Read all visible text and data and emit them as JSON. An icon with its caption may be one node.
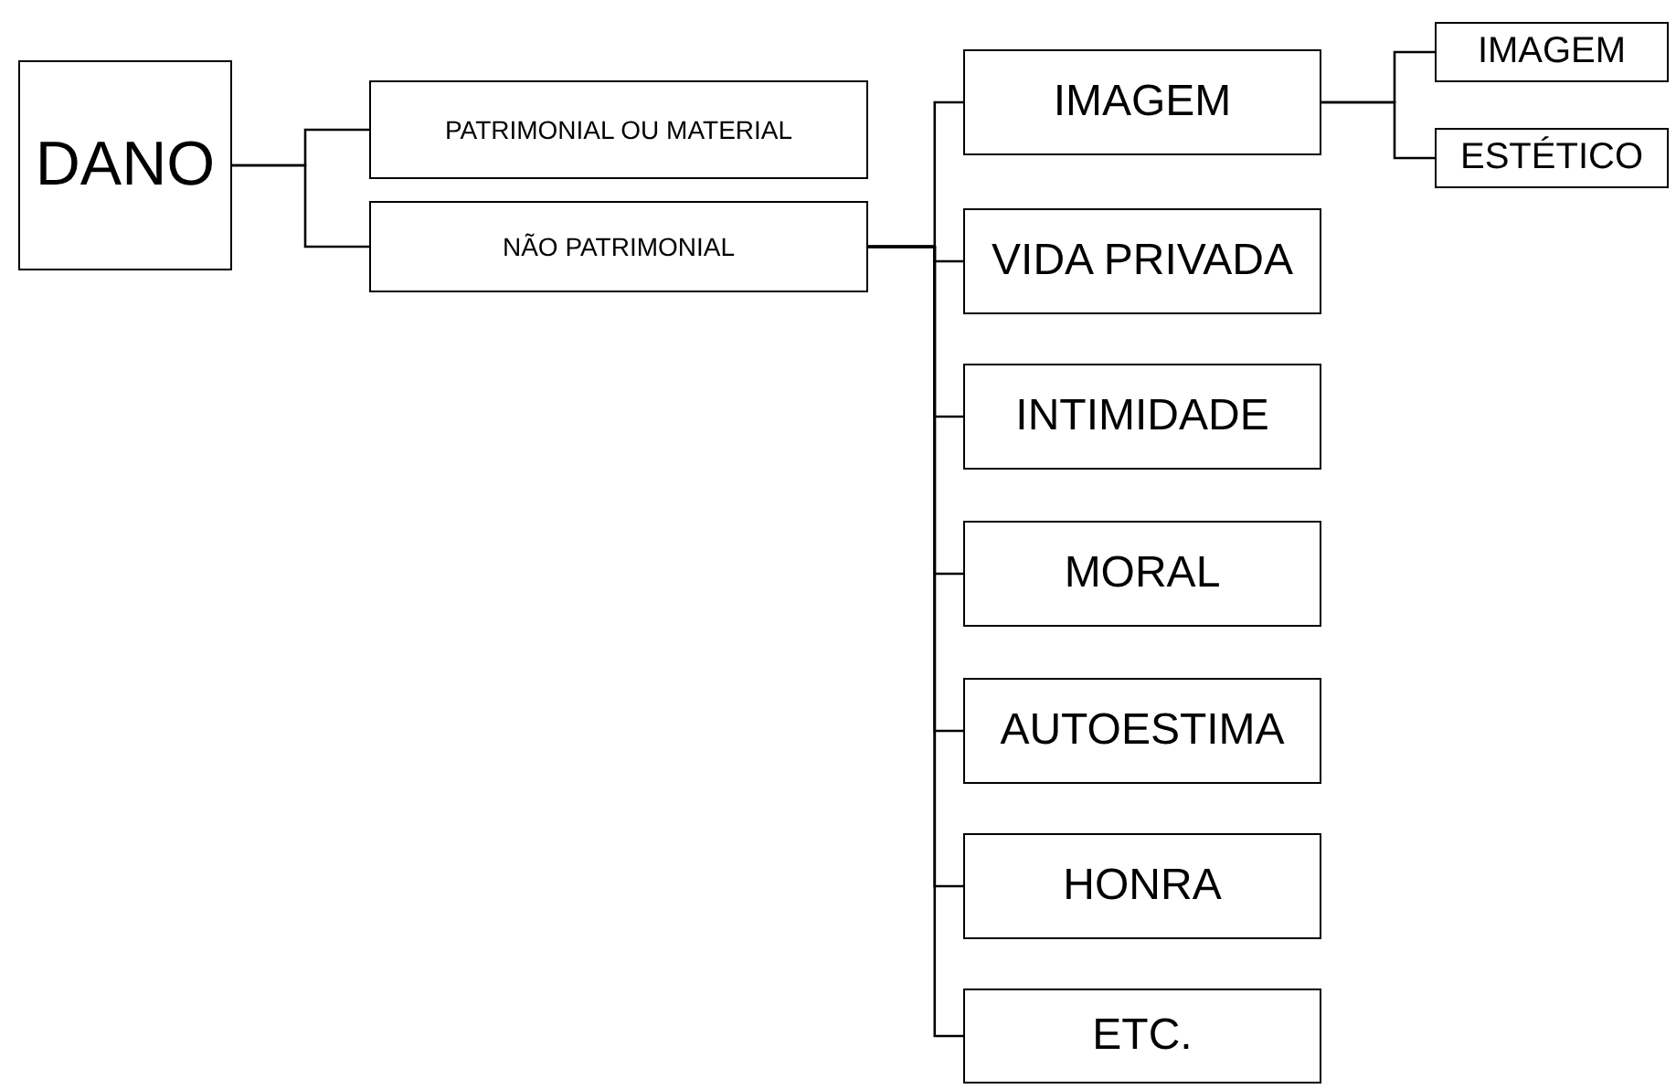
{
  "diagram": {
    "nodes": [
      {
        "text": [
          "DANO"
        ]
      },
      {
        "text": [
          "PATRIMONIAL OU MATERIAL"
        ]
      },
      {
        "text": [
          "NÃO PATRIMONIAL"
        ]
      },
      {
        "text": [
          "IMAGEM"
        ]
      },
      {
        "text": [
          "VIDA PRIVADA"
        ]
      },
      {
        "text": [
          "INTIMIDADE"
        ]
      },
      {
        "text": [
          "MORAL"
        ]
      },
      {
        "text": [
          "AUTOESTIMA"
        ]
      },
      {
        "text": [
          "HONRA"
        ]
      },
      {
        "text": [
          "ETC."
        ]
      },
      {
        "text": [
          "IMAGEM"
        ]
      },
      {
        "text": [
          "ESTÉTICO"
        ]
      }
    ],
    "edges": [
      {
        "from": 0,
        "to": 1,
        "arrow": "none"
      },
      {
        "from": 0,
        "to": 2,
        "arrow": "none"
      },
      {
        "from": 2,
        "to": 3,
        "arrow": "none"
      },
      {
        "from": 2,
        "to": 4,
        "arrow": "none"
      },
      {
        "from": 2,
        "to": 5,
        "arrow": "none"
      },
      {
        "from": 2,
        "to": 6,
        "arrow": "none"
      },
      {
        "from": 2,
        "to": 7,
        "arrow": "none"
      },
      {
        "from": 2,
        "to": 8,
        "arrow": "none"
      },
      {
        "from": 2,
        "to": 9,
        "arrow": "none"
      },
      {
        "from": 3,
        "to": 10,
        "arrow": "none"
      },
      {
        "from": 3,
        "to": 11,
        "arrow": "none"
      }
    ]
  }
}
